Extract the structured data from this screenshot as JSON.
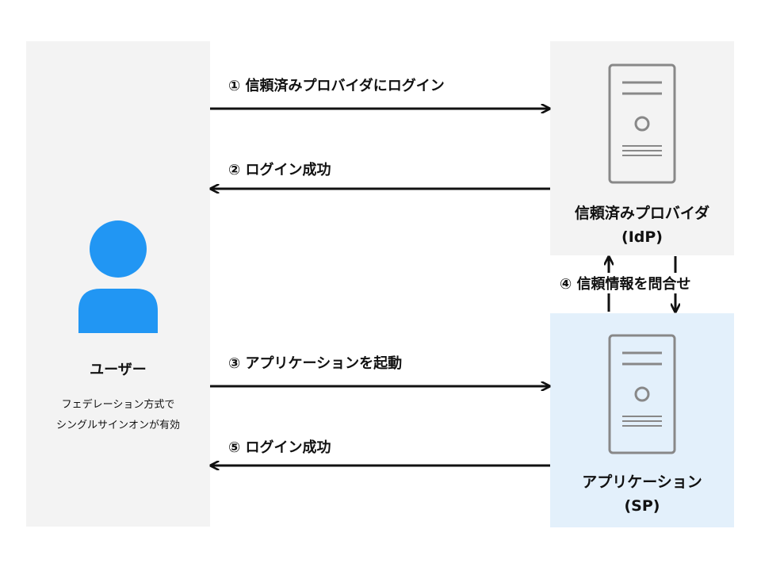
{
  "user": {
    "name": "ユーザー",
    "desc_line1": "フェデレーション方式で",
    "desc_line2": "シングルサインオンが有効"
  },
  "idp": {
    "title_line1": "信頼済みプロバイダ",
    "title_line2": "(IdP)"
  },
  "sp": {
    "title_line1": "アプリケーション",
    "title_line2": "(SP)"
  },
  "steps": {
    "step1": "① 信頼済みプロバイダにログイン",
    "step2": "② ログイン成功",
    "step3": "③ アプリケーションを起動",
    "step4": "④ 信頼情報を問合せ",
    "step5": "⑤ ログイン成功"
  },
  "colors": {
    "user_icon": "#2196f3",
    "server_icon": "#888888",
    "panel_gray": "#f3f3f3",
    "panel_blue": "#e3f0fb"
  }
}
